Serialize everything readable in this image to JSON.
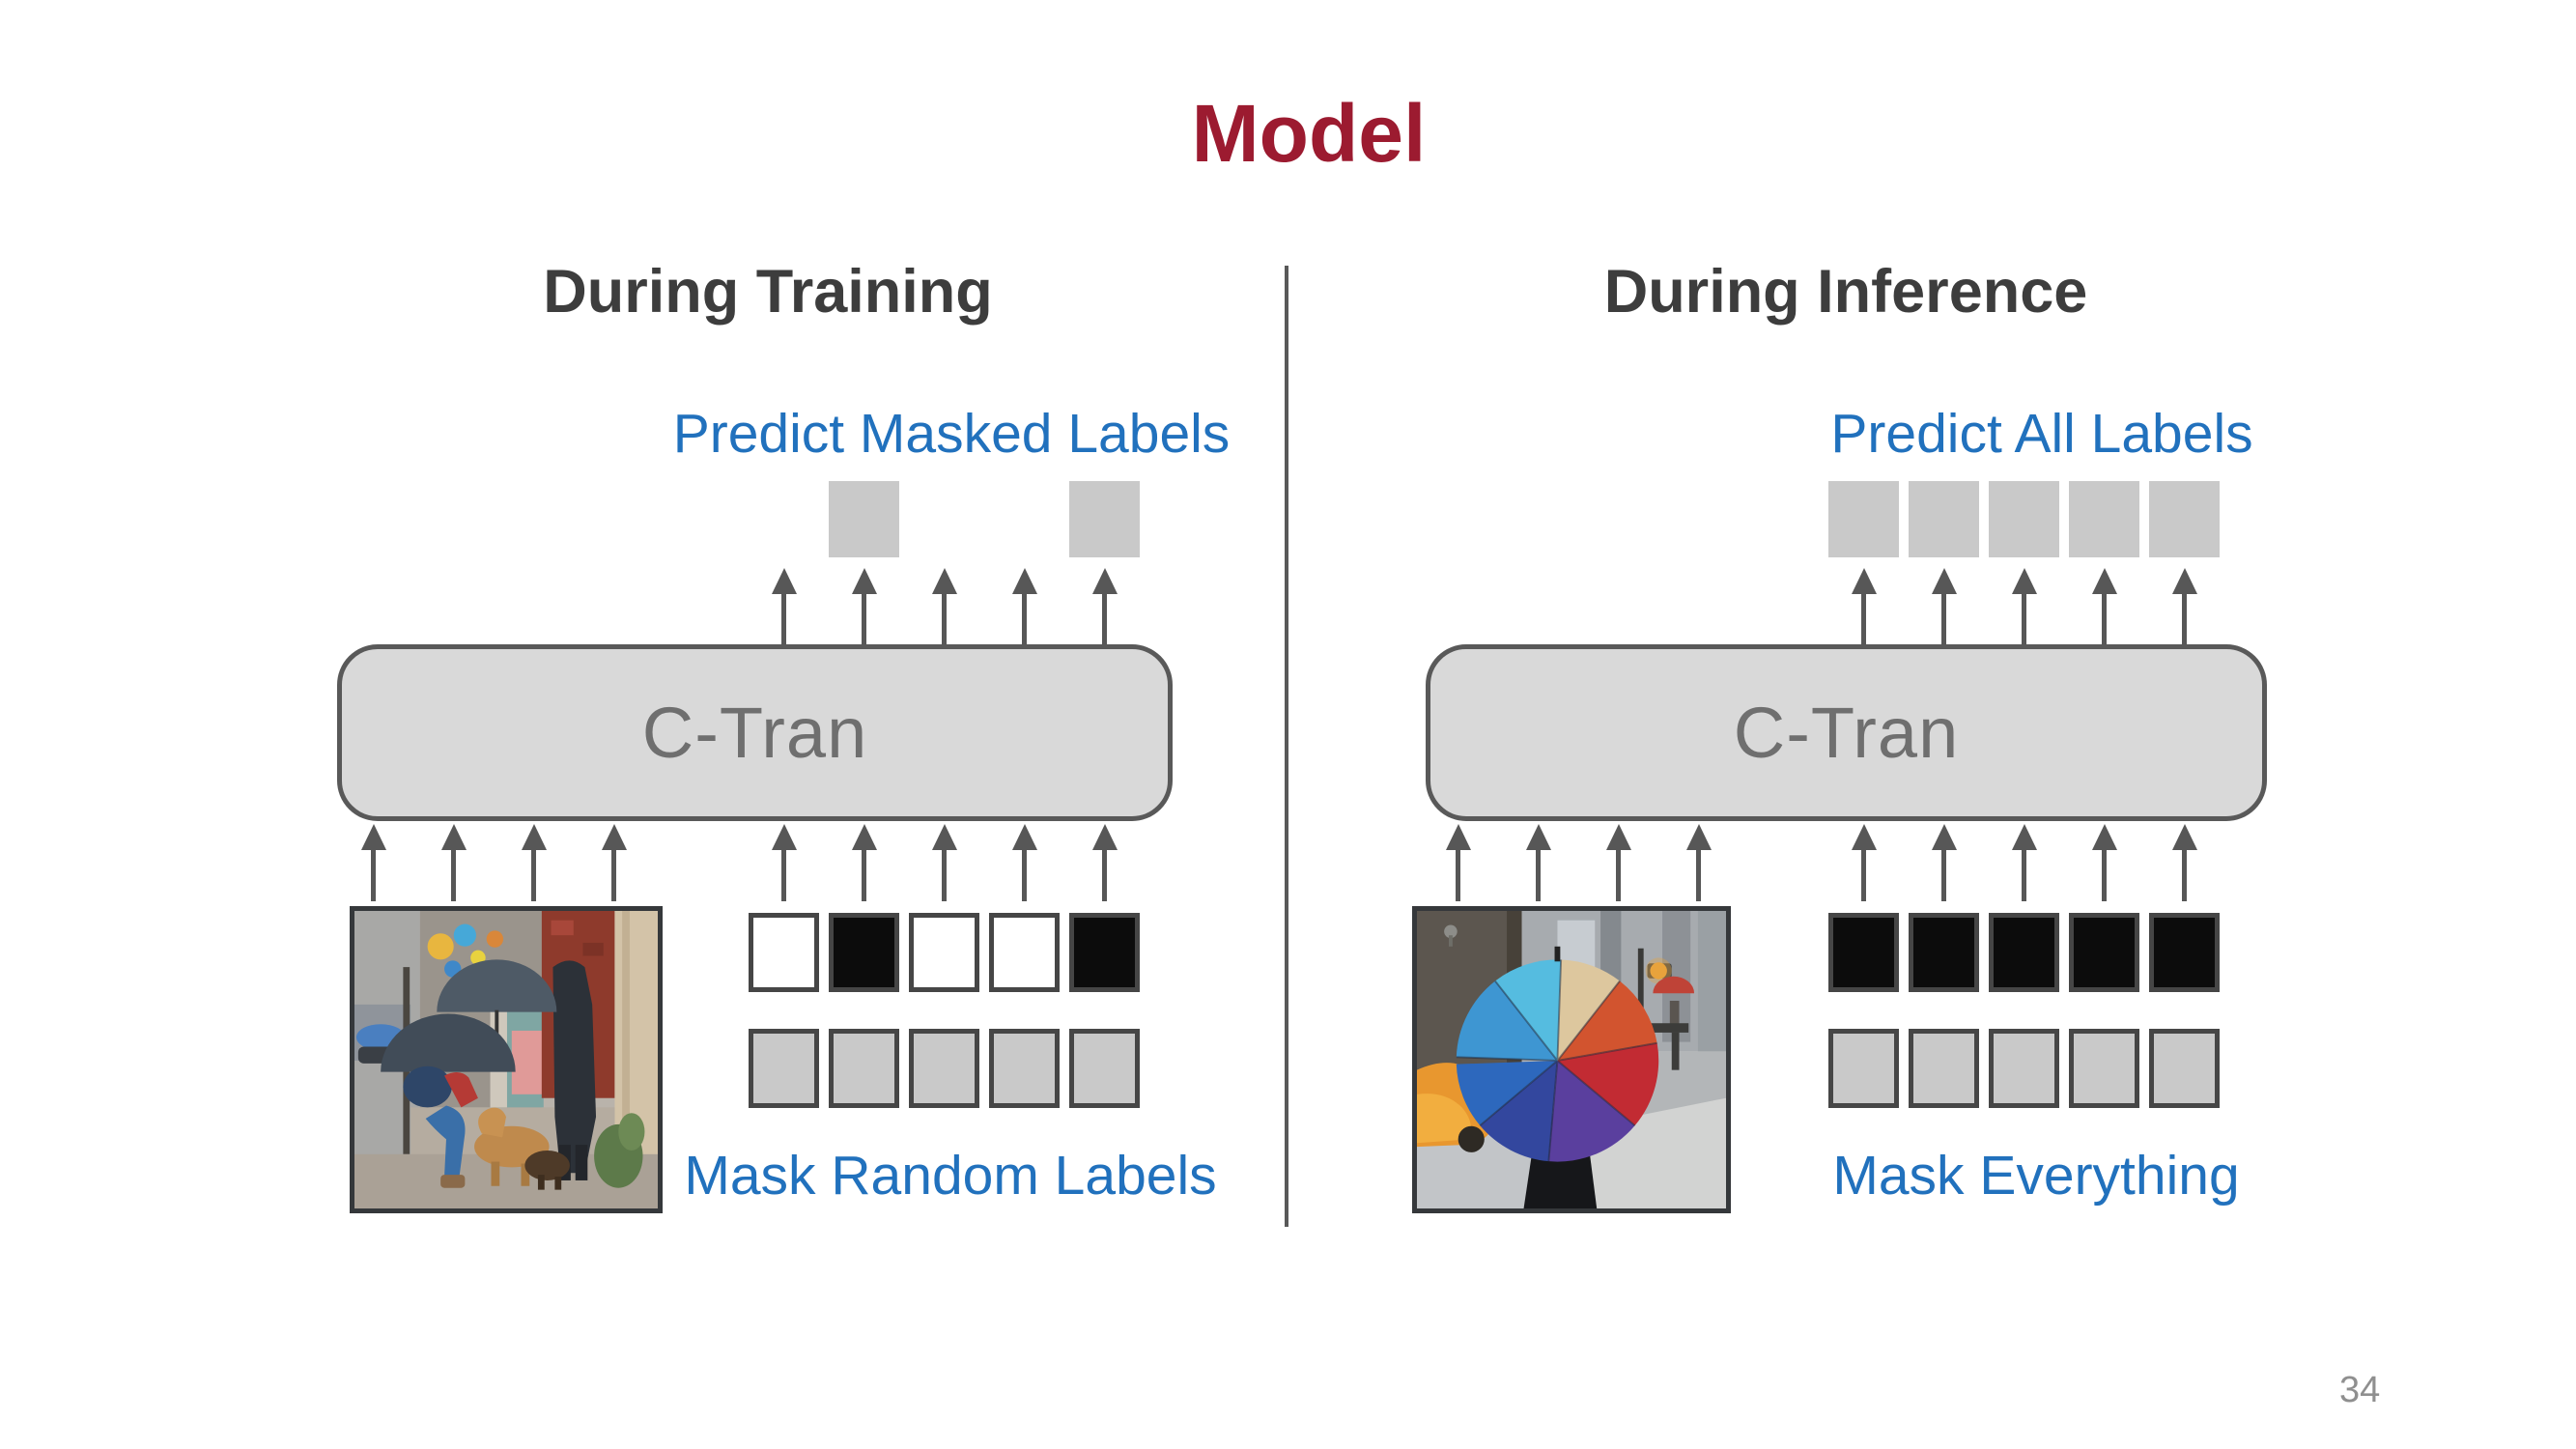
{
  "slide": {
    "title": "Model",
    "page_number": "34"
  },
  "colors": {
    "title_red": "#9c1b30",
    "header_gray": "#3d3d3d",
    "label_blue": "#2171bd",
    "box_fill": "#d9d9d9",
    "box_border": "#595959",
    "box_text_gray": "#6f6f6f",
    "arrow_gray": "#575757",
    "token_gray": "#c9c9c9",
    "token_black": "#0c0c0c",
    "token_white": "#ffffff",
    "token_border": "#464646",
    "divider_gray": "#595959",
    "page_number_gray": "#8f8f8f"
  },
  "panels": {
    "left": {
      "header": "During Training",
      "predict_label": "Predict Masked Labels",
      "box_label": "C-Tran",
      "mask_label": "Mask Random Labels",
      "prediction_mask": [
        false,
        true,
        false,
        false,
        true
      ],
      "label_tokens": [
        "white",
        "black",
        "white",
        "white",
        "black"
      ],
      "state_tokens": [
        "gray",
        "gray",
        "gray",
        "gray",
        "gray"
      ],
      "num_image_arrows": 4,
      "photo_description": "people with umbrellas petting dogs on a rainy sidewalk"
    },
    "right": {
      "header": "During Inference",
      "predict_label": "Predict All Labels",
      "box_label": "C-Tran",
      "mask_label": "Mask Everything",
      "prediction_mask": [
        true,
        true,
        true,
        true,
        true
      ],
      "label_tokens": [
        "black",
        "black",
        "black",
        "black",
        "black"
      ],
      "state_tokens": [
        "gray",
        "gray",
        "gray",
        "gray",
        "gray"
      ],
      "num_image_arrows": 4,
      "photo_description": "person holding rainbow umbrella on a city street with yellow taxi"
    }
  }
}
